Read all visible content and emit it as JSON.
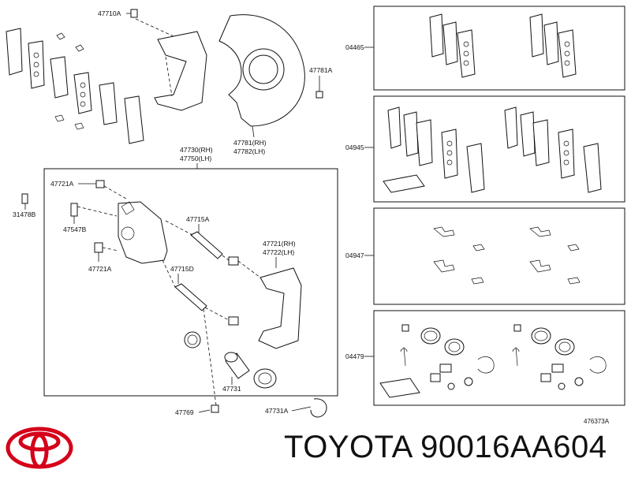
{
  "labels": {
    "p47710A": "47710A",
    "p47781A": "47781A",
    "p47781": "47781(RH)",
    "p47782": "47782(LH)",
    "p47730": "47730(RH)",
    "p47750": "47750(LH)",
    "p47721A_top": "47721A",
    "p31478B": "31478B",
    "p47547B": "47547B",
    "p47715A": "47715A",
    "p47721A_mid": "47721A",
    "p47715D": "47715D",
    "p47721": "47721(RH)",
    "p47722": "47722(LH)",
    "p47731": "47731",
    "p47769": "47769",
    "p47731A": "47731A"
  },
  "kits": {
    "k04465": "04465",
    "k04945": "04945",
    "k04947": "04947",
    "k04479": "04479"
  },
  "ref_code": "476373A",
  "brand_line": "TOYOTA 90016AA604",
  "colors": {
    "logo": "#d4001a",
    "ink": "#111111"
  }
}
